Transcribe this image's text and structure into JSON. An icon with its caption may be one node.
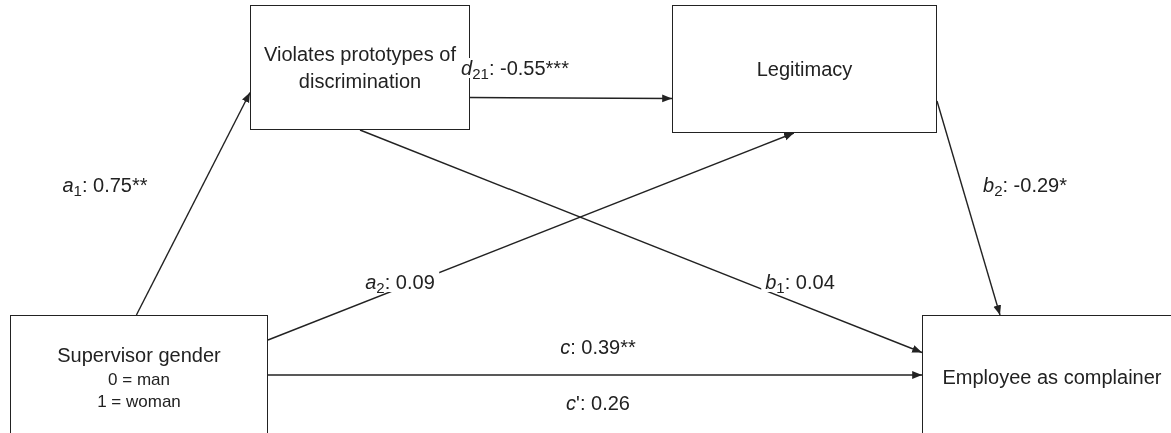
{
  "diagram": {
    "nodes": [
      {
        "text": [
          "Violates prototypes of discrimination"
        ]
      },
      {
        "text": [
          "Legitimacy"
        ]
      },
      {
        "text": [
          "Supervisor gender",
          "0 = man",
          "1 = woman"
        ]
      },
      {
        "text": [
          "Employee as complainer"
        ]
      }
    ],
    "edges": [
      {
        "from": 2,
        "to": 0,
        "arrow": "to",
        "label": "*a*$_{1}$: 0.75**"
      },
      {
        "from": 0,
        "to": 1,
        "arrow": "to",
        "label": "*d*$_{21}$: -0.55***"
      },
      {
        "from": 2,
        "to": 1,
        "arrow": "to",
        "label": "*a*$_{2}$: 0.09"
      },
      {
        "from": 0,
        "to": 3,
        "arrow": "to",
        "label": "*b*$_{1}$: 0.04"
      },
      {
        "from": 1,
        "to": 3,
        "arrow": "to",
        "label": "*b*$_{2}$: -0.29*"
      },
      {
        "from": 2,
        "to": 3,
        "arrow": "to",
        "label": "*c*: 0.39**"
      }
    ],
    "labels": [
      "*c*': 0.26"
    ]
  }
}
